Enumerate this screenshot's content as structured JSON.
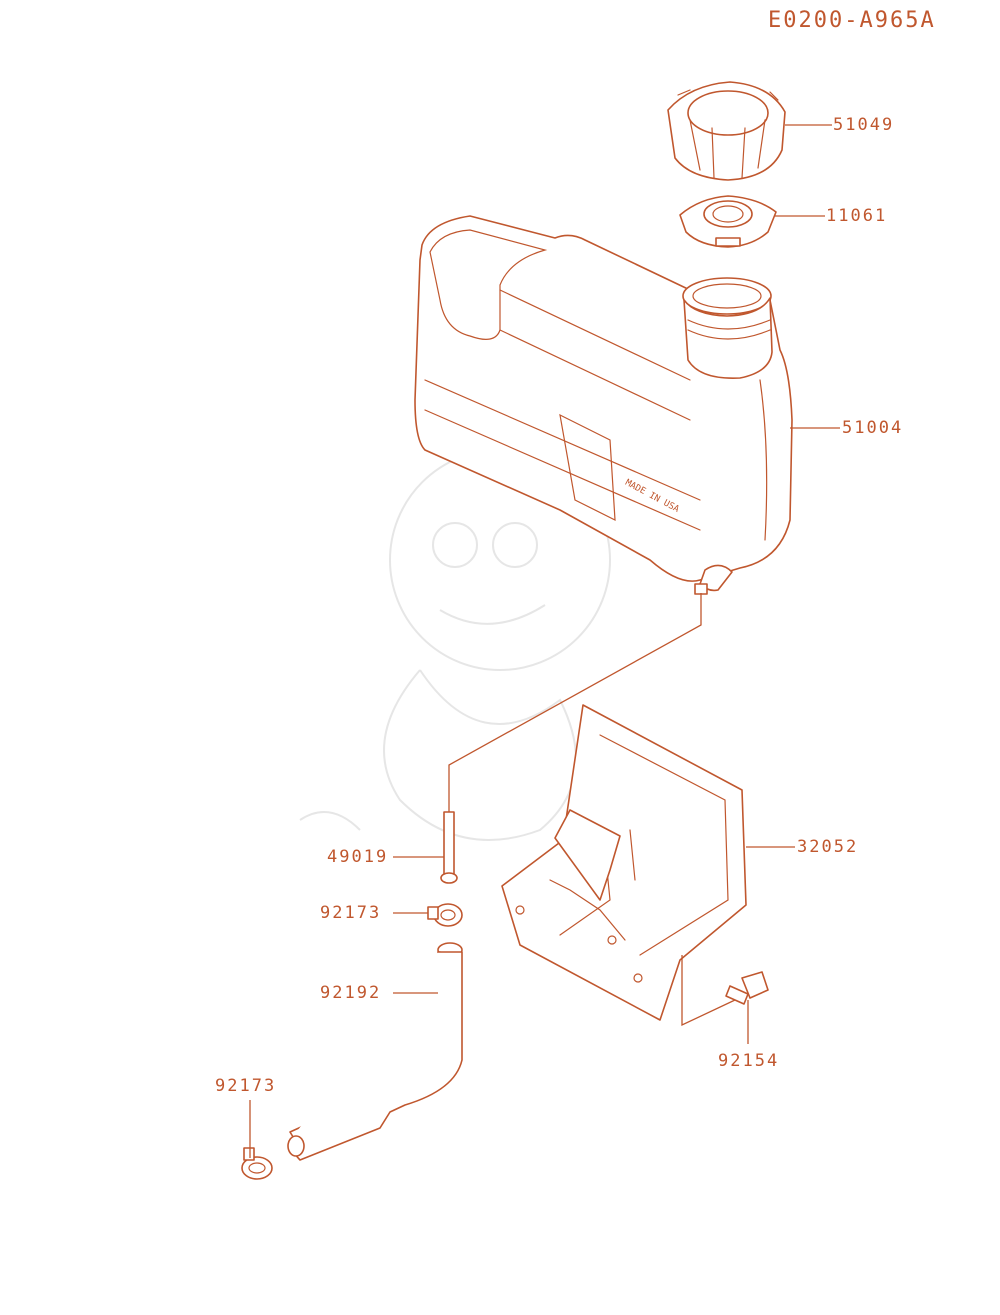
{
  "diagram_code": "E0200-A965A",
  "colors": {
    "line": "#c0572e",
    "watermark": "#e6e6e6",
    "background": "#ffffff"
  },
  "embossed_text": "MADE IN USA",
  "callouts": [
    {
      "id": "cap",
      "part_number": "51049"
    },
    {
      "id": "cap-gasket",
      "part_number": "11061"
    },
    {
      "id": "fuel-tank",
      "part_number": "51004"
    },
    {
      "id": "bracket",
      "part_number": "32052"
    },
    {
      "id": "fitting",
      "part_number": "49019"
    },
    {
      "id": "clamp-upper",
      "part_number": "92173"
    },
    {
      "id": "fuel-hose",
      "part_number": "92192"
    },
    {
      "id": "bolt",
      "part_number": "92154"
    },
    {
      "id": "clamp-lower",
      "part_number": "92173"
    }
  ]
}
